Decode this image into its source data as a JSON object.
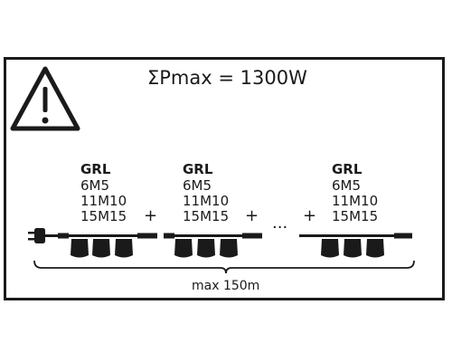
{
  "notice": {
    "warning_icon": "warning-triangle-icon",
    "title": "ΣPmax = 1300W",
    "models": [
      {
        "head": "GRL",
        "lines": [
          "6M5",
          "11M10",
          "15M15"
        ]
      },
      {
        "head": "GRL",
        "lines": [
          "6M5",
          "11M10",
          "15M15"
        ]
      },
      {
        "head": "GRL",
        "lines": [
          "6M5",
          "11M10",
          "15M15"
        ]
      }
    ],
    "plus_1": "+",
    "plus_2": "+",
    "ellipsis": "...",
    "plus_3": "+",
    "max_length": "max 150m"
  },
  "colors": {
    "ink": "#1a1a1a",
    "background": "#ffffff"
  }
}
